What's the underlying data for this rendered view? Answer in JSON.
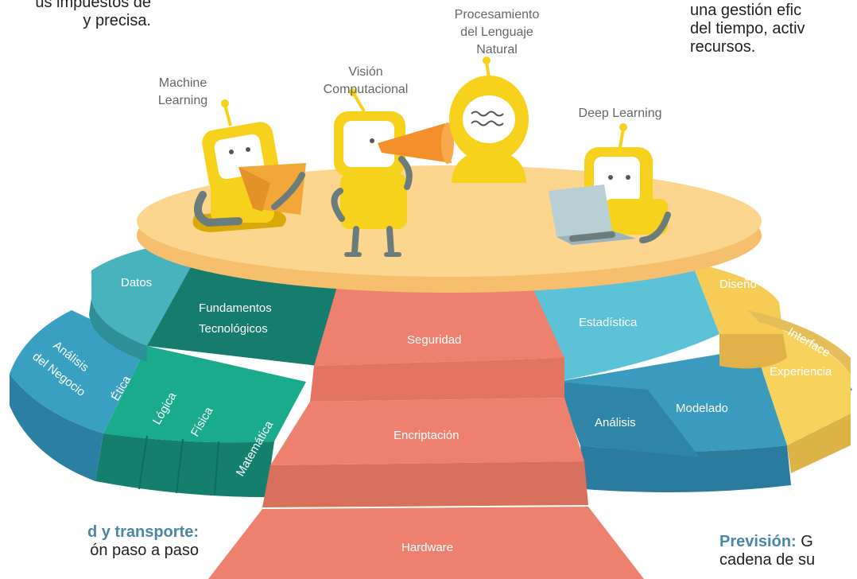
{
  "corners": {
    "top_left": "us impuestos de\ny precisa.",
    "top_right": "una gestión efic\ndel tiempo, activ\nrecursos.",
    "bottom_left_bold": "d y transporte:",
    "bottom_left_text": "ón paso a paso",
    "bottom_right_bold": "Previsión:",
    "bottom_right_text": "G\ncadena de su"
  },
  "robots": {
    "machine_learning": "Machine\nLearning",
    "vision": "Visión\nComputacional",
    "nlp": "Procesamiento\ndel Lenguaje\nNatural",
    "deep_learning": "Deep Learning"
  },
  "layers": {
    "datos": "Datos",
    "fundamentos_1": "Fundamentos",
    "fundamentos_2": "Tecnológicos",
    "seguridad": "Seguridad",
    "estadistica": "Estadística",
    "diseno": "Diseño",
    "interface": "Interface",
    "experiencia": "Experiencia",
    "analisis_negocio_1": "Análisis",
    "analisis_negocio_2": "del Negocio",
    "etica": "Ética",
    "logica": "Lógica",
    "fisica": "Física",
    "matematica": "Matemática",
    "encriptacion": "Encriptación",
    "analisis": "Análisis",
    "modelado": "Modelado",
    "hardware": "Hardware"
  },
  "colors": {
    "platform_top": "#fcd58f",
    "platform_side": "#f6bf6d",
    "robot_yellow": "#f6d21c",
    "robot_dark": "#d9a90a",
    "teal": "#48b3bd",
    "dark_green": "#157c6e",
    "salmon": "#ee8070",
    "salmon_dark": "#d8705e",
    "light_blue": "#5bc2d8",
    "yellow": "#f6cc57",
    "blue": "#3aa5c0",
    "green": "#1aaa8c",
    "dark_blue": "#2f85a8",
    "gray_stone": "#6b7c7c"
  }
}
